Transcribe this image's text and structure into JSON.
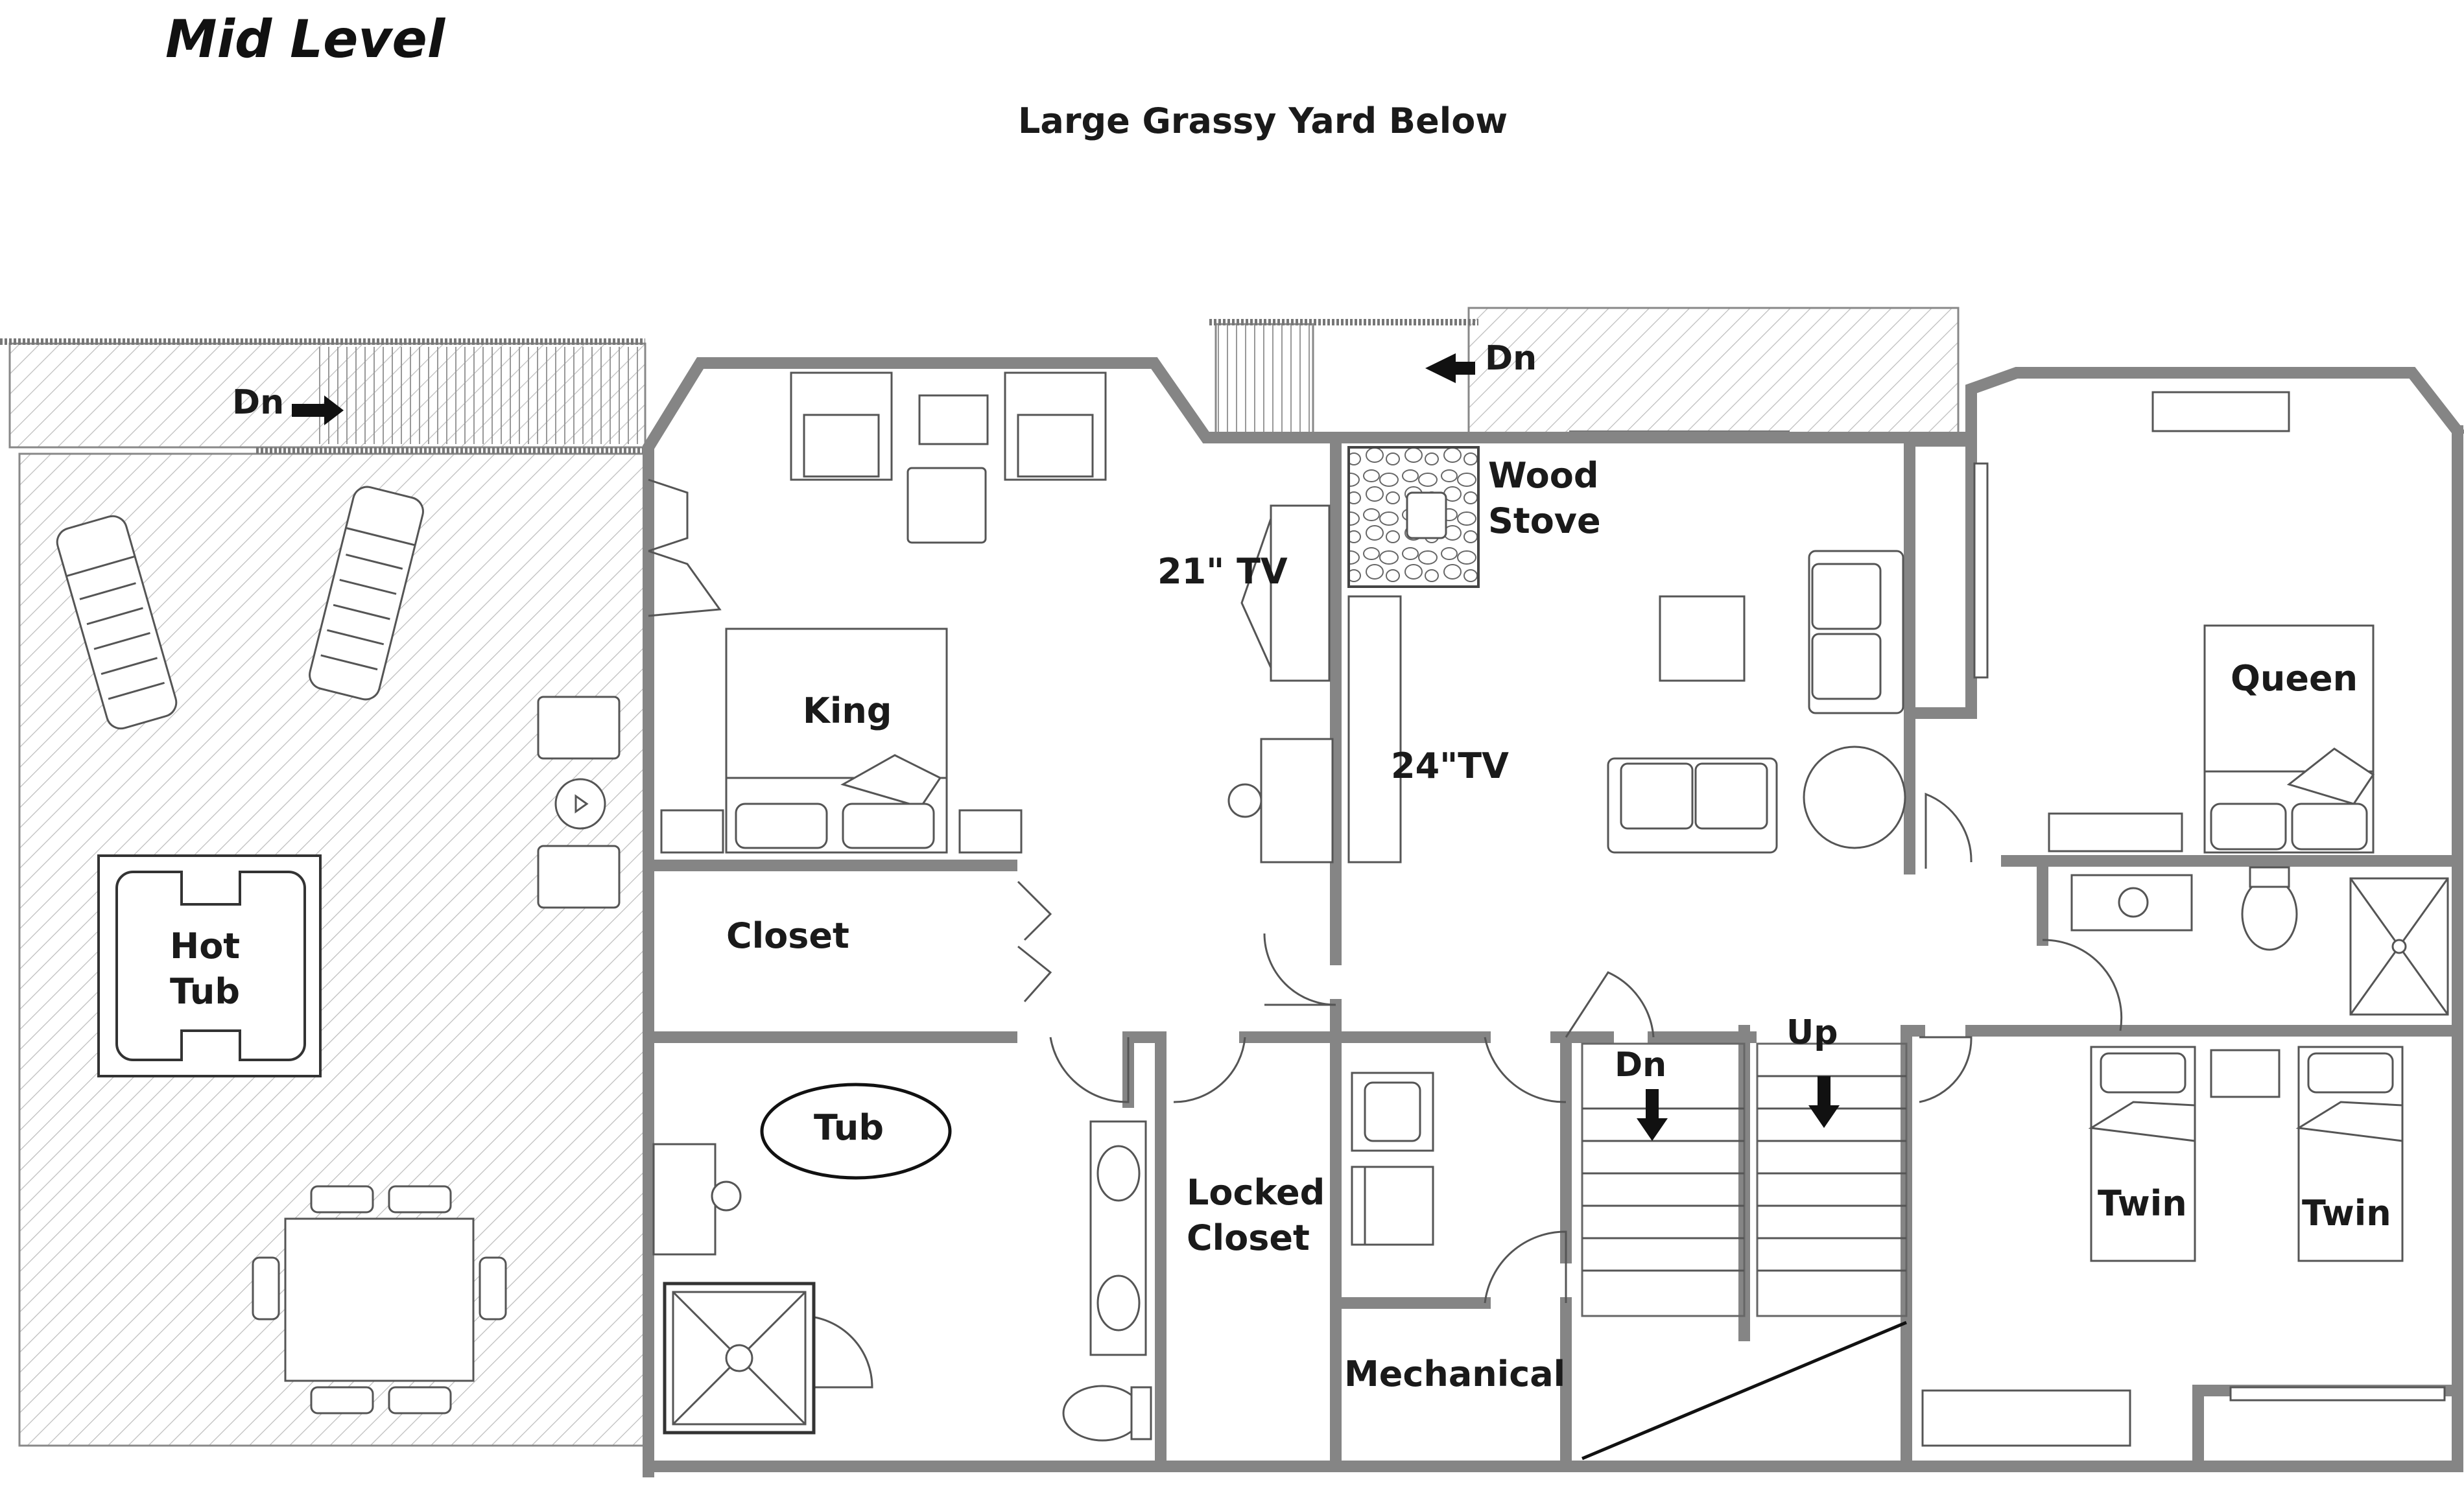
{
  "title": "Mid Level",
  "subtitle": "Large Grassy Yard Below",
  "labels": {
    "dn_deck_left": "Dn",
    "dn_deck_right": "Dn",
    "wood_stove_line1": "Wood",
    "wood_stove_line2": "Stove",
    "tv_21": "21\" TV",
    "tv_24": "24\"TV",
    "king": "King",
    "queen": "Queen",
    "closet": "Closet",
    "hot_tub_line1": "Hot",
    "hot_tub_line2": "Tub",
    "tub": "Tub",
    "locked_closet_line1": "Locked",
    "locked_closet_line2": "Closet",
    "mechanical": "Mechanical",
    "stairs_dn": "Dn",
    "stairs_up": "Up",
    "twin_left": "Twin",
    "twin_right": "Twin"
  },
  "colors": {
    "wall": "#858585",
    "line": "#555555",
    "hatch": "#bdbdbd",
    "text": "#1a1a1a"
  }
}
